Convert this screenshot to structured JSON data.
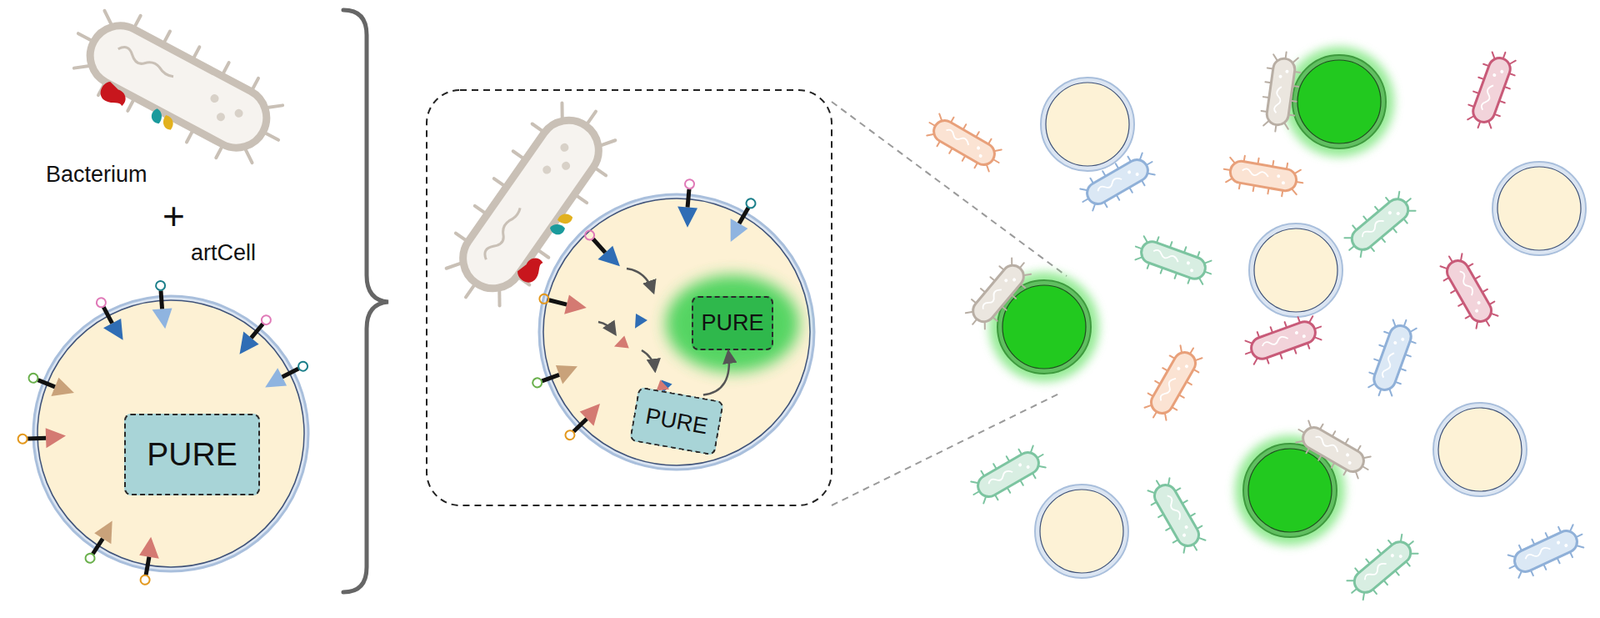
{
  "diagram": {
    "nodes": [
      {
        "text": [
          "PURE"
        ]
      },
      {
        "text": [
          "PURE"
        ]
      },
      {
        "text": [
          "PURE"
        ]
      }
    ],
    "edges": [
      {
        "from": 1,
        "to": 2,
        "arrow": "to"
      }
    ],
    "labels": [
      "Bacterium",
      "+",
      "artCell"
    ]
  }
}
